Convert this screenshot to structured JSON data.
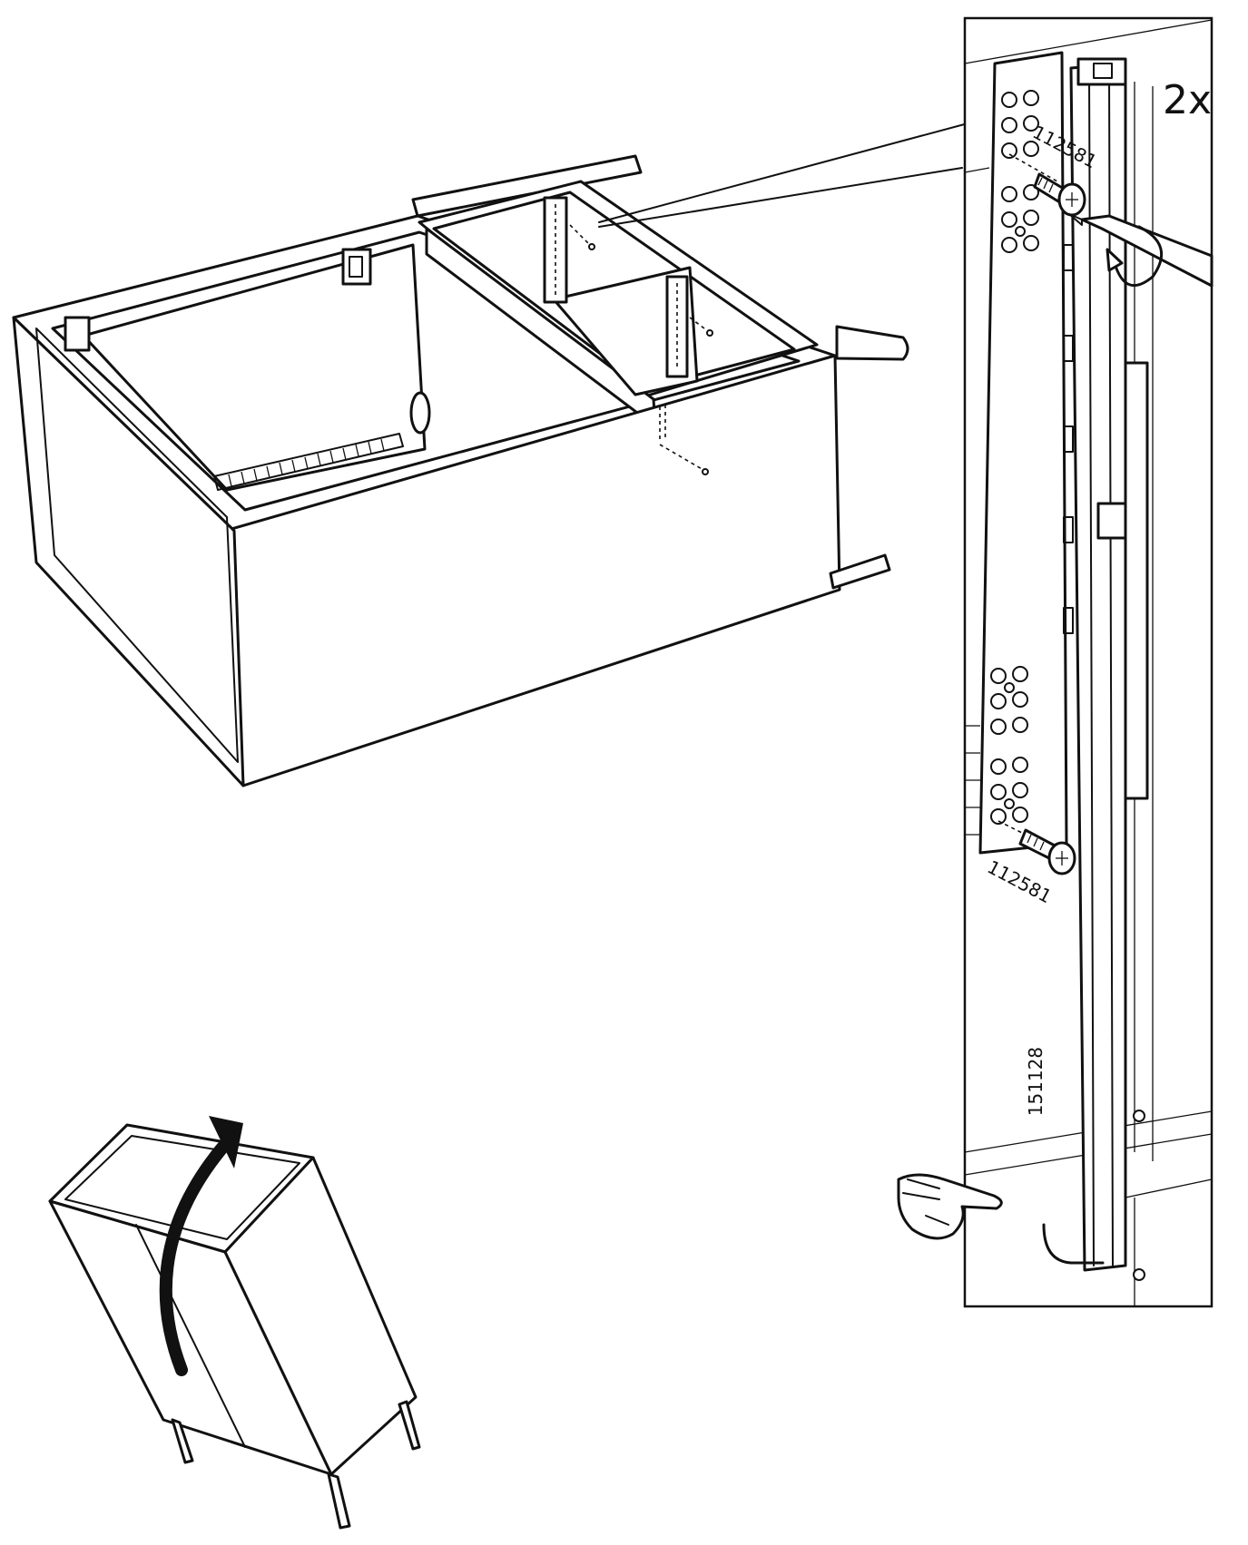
{
  "step": {
    "quantity_label": "2x",
    "screw_part_number_top": "112581",
    "screw_part_number_bottom": "112581",
    "rail_part_number": "151128"
  },
  "icons": {
    "rotate_cabinet": "curved-arrow-icon",
    "screwdriver": "screwdriver-icon",
    "pointing_hand": "pointing-hand-icon"
  }
}
